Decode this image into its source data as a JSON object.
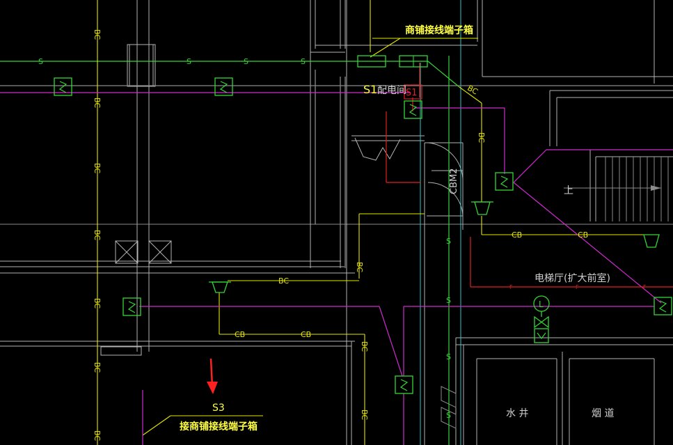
{
  "labels": {
    "shop_terminal_box_top": "商铺接线端子箱",
    "shop_terminal_box_bottom": "接商铺接线端子箱",
    "s1_tag": "S1",
    "s1_box": "S1",
    "distribution_room": "配电间",
    "cbm": "CBM2",
    "s3_tag": "S3",
    "elevator_hall": "电梯厅(扩大前室)",
    "water_well": "水 井",
    "smoke_duct": "烟 道",
    "up": "上",
    "l_symbol": "L"
  },
  "line_labels": {
    "s": "S",
    "bc": "BC",
    "cb": "CB",
    "f": "F"
  },
  "colors": {
    "background": "#000000",
    "wall": "#b4b4b4",
    "signal_line": "#35d635",
    "bc_line": "#e6e600",
    "magenta_line": "#d02ad0",
    "fire_line": "#e02020",
    "arrow": "#ff2020"
  }
}
